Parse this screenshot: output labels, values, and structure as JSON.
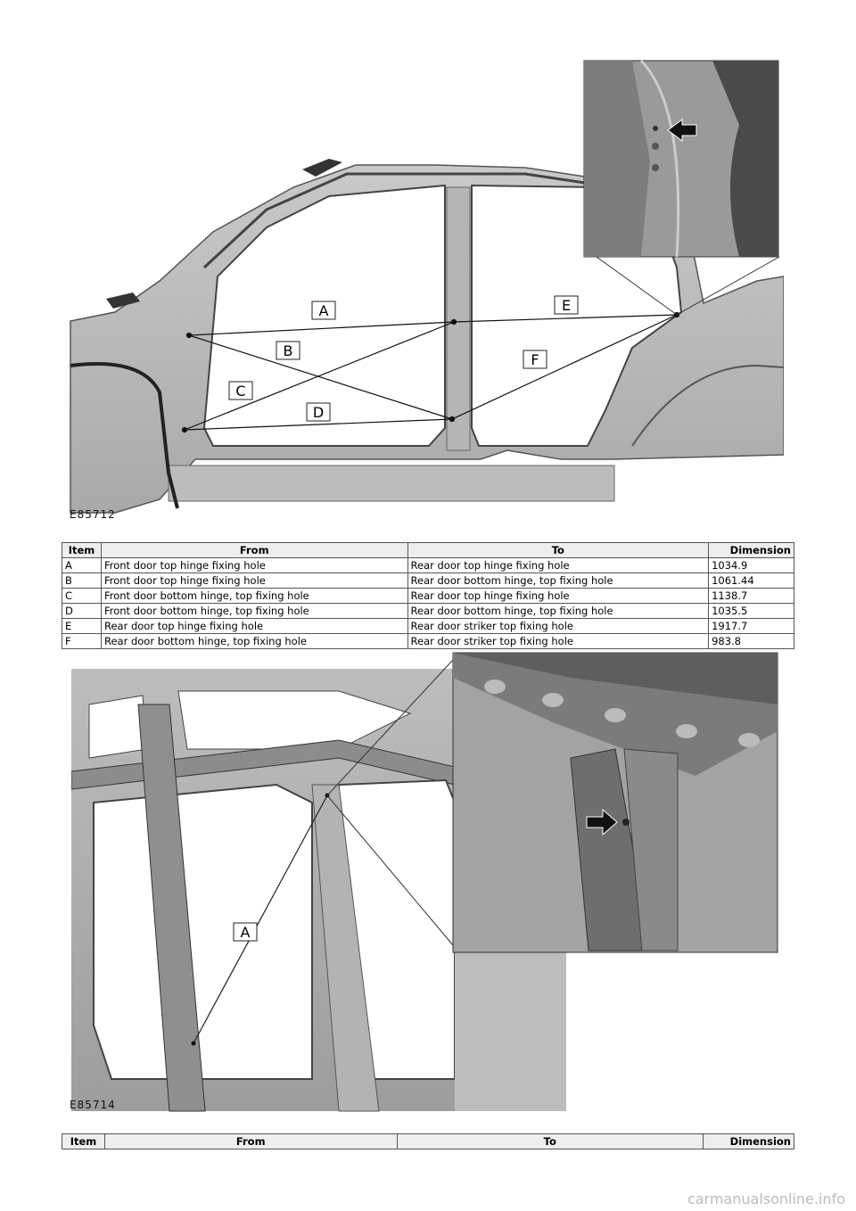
{
  "figure1": {
    "code": "E85712",
    "callouts": [
      "A",
      "B",
      "C",
      "D",
      "E",
      "F"
    ]
  },
  "table1": {
    "headers": {
      "item": "Item",
      "from": "From",
      "to": "To",
      "dimension": "Dimension"
    },
    "rows": [
      {
        "item": "A",
        "from": "Front door top hinge fixing hole",
        "to": "Rear door top hinge fixing hole",
        "dimension": "1034.9"
      },
      {
        "item": "B",
        "from": "Front door top hinge fixing hole",
        "to": "Rear door bottom hinge, top fixing hole",
        "dimension": "1061.44"
      },
      {
        "item": "C",
        "from": "Front door bottom hinge, top fixing hole",
        "to": "Rear door top hinge fixing hole",
        "dimension": "1138.7"
      },
      {
        "item": "D",
        "from": "Front door bottom hinge, top fixing hole",
        "to": "Rear door bottom hinge, top fixing hole",
        "dimension": "1035.5"
      },
      {
        "item": "E",
        "from": "Rear door top hinge fixing hole",
        "to": "Rear door striker top fixing hole",
        "dimension": "1917.7"
      },
      {
        "item": "F",
        "from": "Rear door bottom hinge, top fixing hole",
        "to": "Rear door striker top fixing hole",
        "dimension": "983.8"
      }
    ]
  },
  "figure2": {
    "code": "E85714",
    "callouts": [
      "A"
    ]
  },
  "table2": {
    "headers": {
      "item": "Item",
      "from": "From",
      "to": "To",
      "dimension": "Dimension"
    }
  },
  "footer": {
    "watermark": "carmanualsonline.info"
  }
}
